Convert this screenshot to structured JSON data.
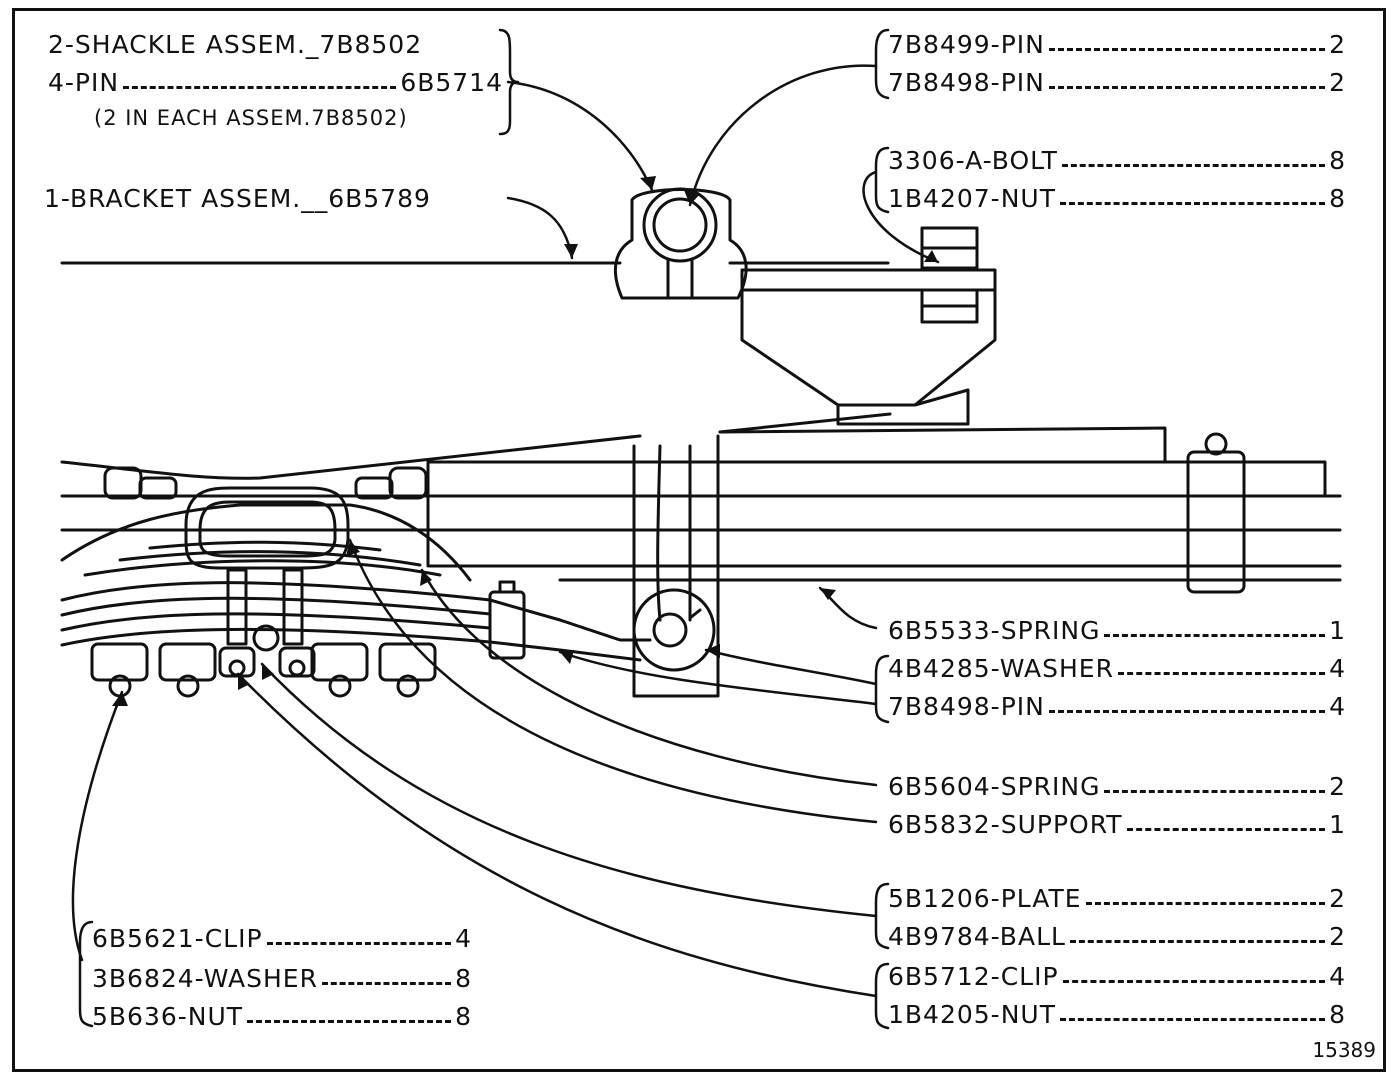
{
  "callouts": {
    "shackle": [
      "2-SHACKLE ASSEM._7B8502",
      "4-PIN",
      "6B5714",
      "(2 IN EACH ASSEM.7B8502)"
    ],
    "bracket": "1-BRACKET ASSEM.__6B5789",
    "pins_top": [
      {
        "part": "7B8499-PIN",
        "qty": "2"
      },
      {
        "part": "7B8498-PIN",
        "qty": "2"
      }
    ],
    "bolt_nut": [
      {
        "part": "3306-A-BOLT",
        "qty": "8"
      },
      {
        "part": "1B4207-NUT",
        "qty": "8"
      }
    ],
    "spring_group": [
      {
        "part": "6B5533-SPRING",
        "qty": "1"
      },
      {
        "part": "4B4285-WASHER",
        "qty": "4"
      },
      {
        "part": "7B8498-PIN",
        "qty": "4"
      }
    ],
    "spring_support": [
      {
        "part": "6B5604-SPRING",
        "qty": "2"
      },
      {
        "part": "6B5832-SUPPORT",
        "qty": "1"
      }
    ],
    "plate_ball": [
      {
        "part": "5B1206-PLATE",
        "qty": "2"
      },
      {
        "part": "4B9784-BALL",
        "qty": "2"
      }
    ],
    "clip_nut": [
      {
        "part": "6B5712-CLIP",
        "qty": "4"
      },
      {
        "part": "1B4205-NUT",
        "qty": "8"
      }
    ],
    "left_group": [
      {
        "part": "6B5621-CLIP",
        "qty": "4"
      },
      {
        "part": "3B6824-WASHER",
        "qty": "8"
      },
      {
        "part": "5B636-NUT",
        "qty": "8"
      }
    ]
  },
  "figure_number": "15389"
}
